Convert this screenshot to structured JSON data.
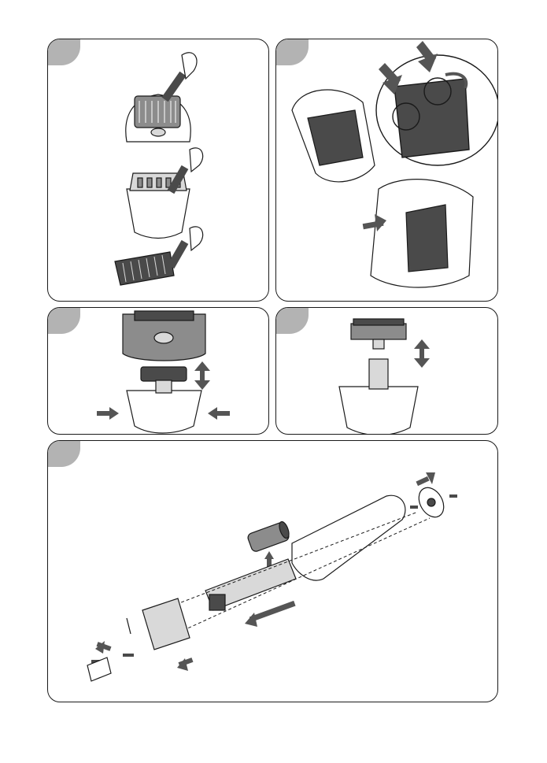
{
  "colors": {
    "tab": "#b3b3b3",
    "line": "#1a1a1a",
    "dark_part": "#4a4a4a",
    "mid_part": "#8c8c8c",
    "light_part": "#d9d9d9",
    "arrow": "#555555"
  },
  "panels": [
    {
      "name": "cleaning",
      "icons": [
        "brush-icon",
        "shaver-head-icon",
        "epilator-head-icon",
        "trimmer-comb-icon"
      ]
    },
    {
      "name": "battery-compartment",
      "icons": [
        "push-arrow-icon",
        "magnifier-circle-icon",
        "rotate-arrow-icon"
      ]
    },
    {
      "name": "remove-shaver-head",
      "icons": [
        "press-arrow-icon",
        "up-down-arrow-icon"
      ]
    },
    {
      "name": "remove-trimmer-head",
      "icons": [
        "up-down-arrow-icon"
      ]
    },
    {
      "name": "disassembly",
      "icons": [
        "battery-icon",
        "screw-icon",
        "pull-arrow-icon"
      ]
    }
  ]
}
